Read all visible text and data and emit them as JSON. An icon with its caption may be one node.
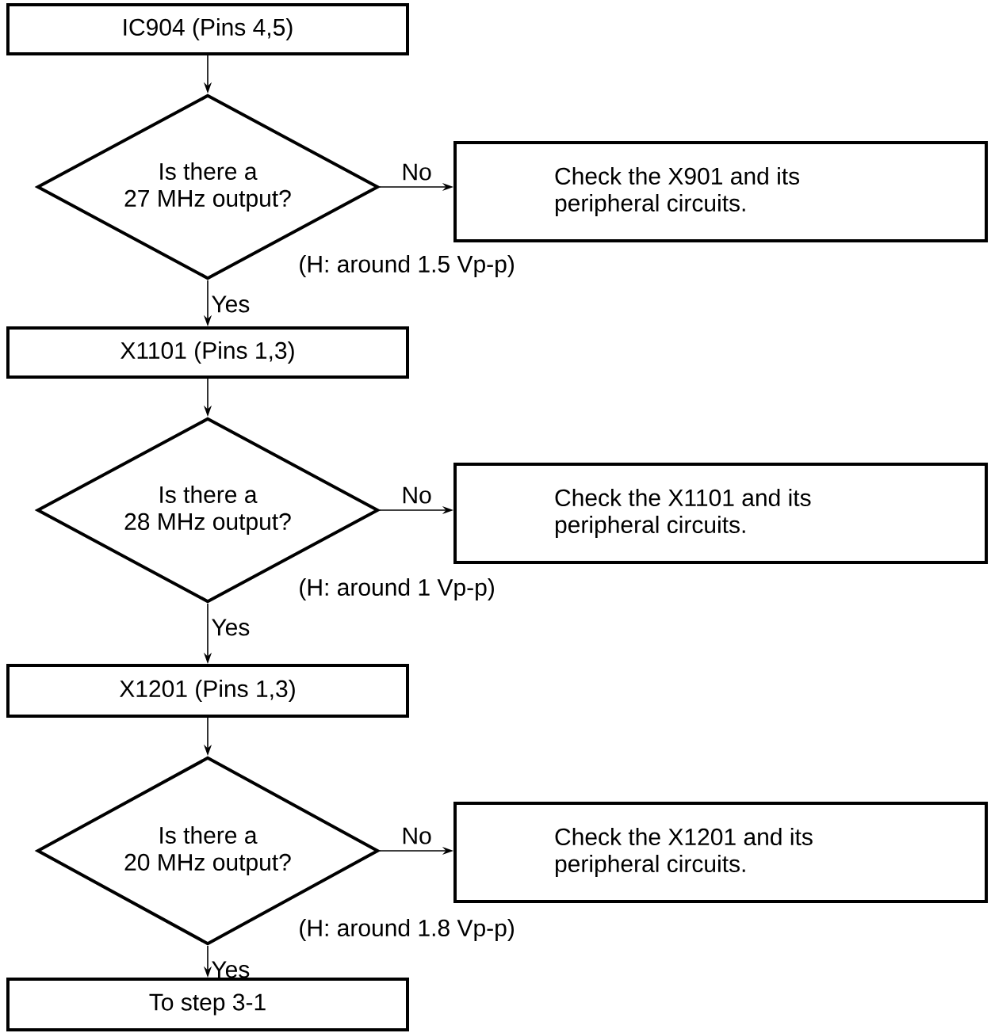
{
  "diagram": {
    "nodes": [
      {
        "text": [
          "IC904 (Pins 4,5)"
        ]
      },
      {
        "text": [
          "Is there a 27 MHz output?"
        ],
        "beside": [
          "(H: around 1.5 Vp-p)"
        ]
      },
      {
        "text": [
          "Check the X901 and its peripheral circuits."
        ]
      },
      {
        "text": [
          "X1101 (Pins 1,3)"
        ]
      },
      {
        "text": [
          "Is there a 28 MHz output?"
        ],
        "beside": [
          "(H: around 1 Vp-p)"
        ]
      },
      {
        "text": [
          "Check the X1101 and its peripheral circuits."
        ]
      },
      {
        "text": [
          "X1201 (Pins 1,3)"
        ]
      },
      {
        "text": [
          "Is there a 20 MHz output?"
        ],
        "beside": [
          "(H: around 1.8 Vp-p)"
        ]
      },
      {
        "text": [
          "Check the X1201 and its peripheral circuits."
        ]
      },
      {
        "text": [
          "To step 3-1"
        ]
      }
    ],
    "edges": [
      {
        "from": 0,
        "to": 1,
        "arrow": "to"
      },
      {
        "from": 1,
        "to": 2,
        "arrow": "to",
        "label": "No"
      },
      {
        "from": 1,
        "to": 3,
        "arrow": "to",
        "label": "Yes"
      },
      {
        "from": 3,
        "to": 4,
        "arrow": "to"
      },
      {
        "from": 4,
        "to": 5,
        "arrow": "to",
        "label": "No"
      },
      {
        "from": 4,
        "to": 6,
        "arrow": "to",
        "label": "Yes"
      },
      {
        "from": 6,
        "to": 7,
        "arrow": "to"
      },
      {
        "from": 7,
        "to": 8,
        "arrow": "to",
        "label": "No"
      },
      {
        "from": 7,
        "to": 9,
        "arrow": "to",
        "label": "Yes"
      }
    ]
  }
}
